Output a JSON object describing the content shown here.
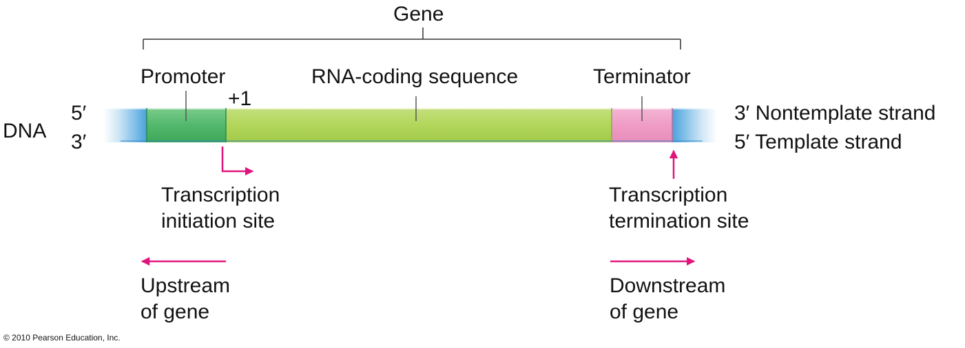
{
  "title": "Gene",
  "labels": {
    "promoter": "Promoter",
    "coding": "RNA-coding sequence",
    "terminator": "Terminator",
    "plus_one": "+1",
    "dna": "DNA",
    "left_top_end": "5′",
    "left_bottom_end": "3′",
    "right_top": "3′ Nontemplate strand",
    "right_bottom": "5′ Template strand",
    "initiation_line1": "Transcription",
    "initiation_line2": "initiation site",
    "termination_line1": "Transcription",
    "termination_line2": "termination site",
    "upstream_line1": "Upstream",
    "upstream_line2": "of gene",
    "downstream_line1": "Downstream",
    "downstream_line2": "of gene"
  },
  "copyright": "© 2010 Pearson Education, Inc.",
  "colors": {
    "strand_blue": "#3c9ad8",
    "strand_blue_light": "#d8ecf8",
    "promoter_green": "#52b86c",
    "coding_green": "#b2d65a",
    "terminator_pink": "#ef9cc6",
    "arrow_magenta": "#e0147c",
    "bracket": "#333333"
  }
}
